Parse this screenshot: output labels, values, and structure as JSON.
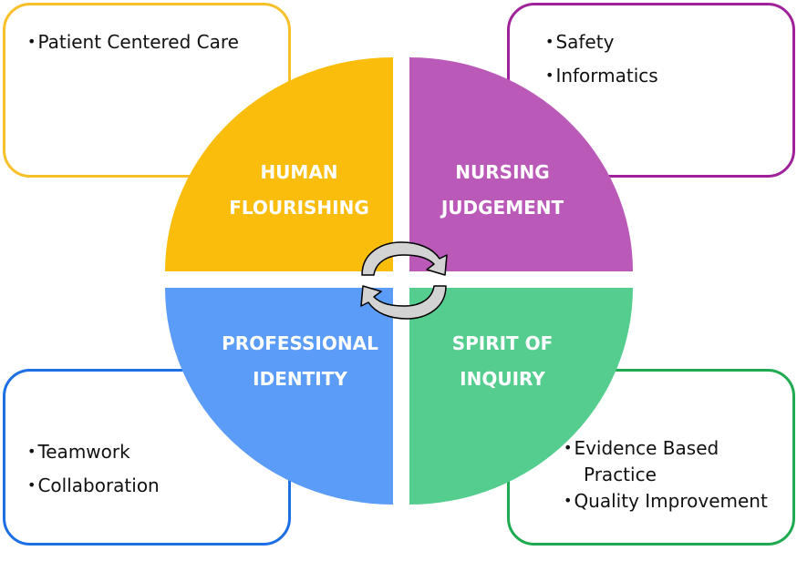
{
  "quadrants": {
    "top_left": {
      "line1": "HUMAN",
      "line2": "FLOURISHING",
      "color": "#fbbd0b"
    },
    "top_right": {
      "line1": "NURSING",
      "line2": "JUDGEMENT",
      "color": "#bb59b9"
    },
    "bottom_left": {
      "line1": "PROFESSIONAL",
      "line2": "IDENTITY",
      "color": "#5a9cf8"
    },
    "bottom_right": {
      "line1": "SPIRIT OF",
      "line2": "INQUIRY",
      "color": "#55cd8f"
    }
  },
  "boxes": {
    "top_left": {
      "items": [
        "Patient Centered Care"
      ],
      "border_color": "#f7c02a"
    },
    "top_right": {
      "items": [
        "Safety",
        "Informatics"
      ],
      "border_color": "#a0229a"
    },
    "bottom_left": {
      "items": [
        "Teamwork",
        "Collaboration"
      ],
      "border_color": "#1d6fe6"
    },
    "bottom_right": {
      "items": [
        "Evidence Based",
        "Practice",
        "Quality Improvement"
      ],
      "border_color": "#1eaa4f"
    }
  },
  "bullet": "•",
  "center_icon": "circular-arrows-icon"
}
